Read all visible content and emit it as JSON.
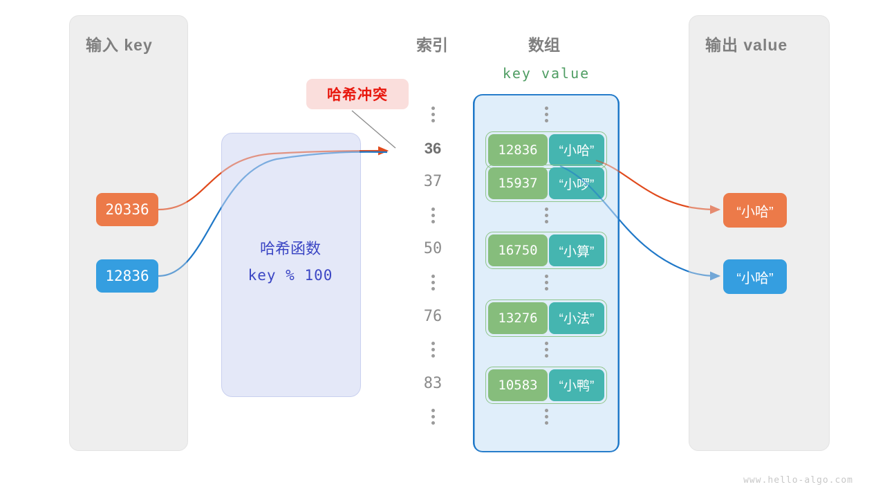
{
  "panels": {
    "input": {
      "title": "输入 key"
    },
    "output": {
      "title": "输出 value"
    }
  },
  "hash_function": {
    "name": "哈希函数",
    "expression": "key % 100"
  },
  "input_keys": [
    {
      "label": "20336",
      "color": "#ec7a49"
    },
    {
      "label": "12836",
      "color": "#359ee0"
    }
  ],
  "output_values": [
    {
      "label": "“小哈”",
      "color": "#ec7a49"
    },
    {
      "label": "“小哈”",
      "color": "#359ee0"
    }
  ],
  "array": {
    "index_header": "索引",
    "array_header": "数组",
    "kv_header": "key  value",
    "rows": [
      {
        "type": "dots",
        "index": "⋮"
      },
      {
        "type": "entry",
        "index": "36",
        "highlight": true,
        "key": "12836",
        "value": "“小哈”"
      },
      {
        "type": "entry",
        "index": "37",
        "highlight": false,
        "key": "15937",
        "value": "“小啰”"
      },
      {
        "type": "dots",
        "index": "⋮"
      },
      {
        "type": "entry",
        "index": "50",
        "highlight": false,
        "key": "16750",
        "value": "“小算”"
      },
      {
        "type": "dots",
        "index": "⋮"
      },
      {
        "type": "entry",
        "index": "76",
        "highlight": false,
        "key": "13276",
        "value": "“小法”"
      },
      {
        "type": "dots",
        "index": "⋮"
      },
      {
        "type": "entry",
        "index": "83",
        "highlight": false,
        "key": "10583",
        "value": "“小鸭”"
      },
      {
        "type": "dots",
        "index": "⋮"
      }
    ]
  },
  "annotations": {
    "collision_badge": "哈希冲突"
  },
  "colors": {
    "orange": "#ec7a49",
    "orange_arrow": "#e04a1c",
    "blue": "#359ee0",
    "blue_arrow": "#1f78c8",
    "green_key": "#86bd7c",
    "teal_value": "#45b5b0",
    "array_bg": "#e0eefa",
    "hash_bg": "#e4e8f8",
    "panel_bg": "#eeeeee",
    "badge_bg": "#fadedc",
    "badge_text": "#e8180e"
  },
  "watermark": "www.hello-algo.com"
}
